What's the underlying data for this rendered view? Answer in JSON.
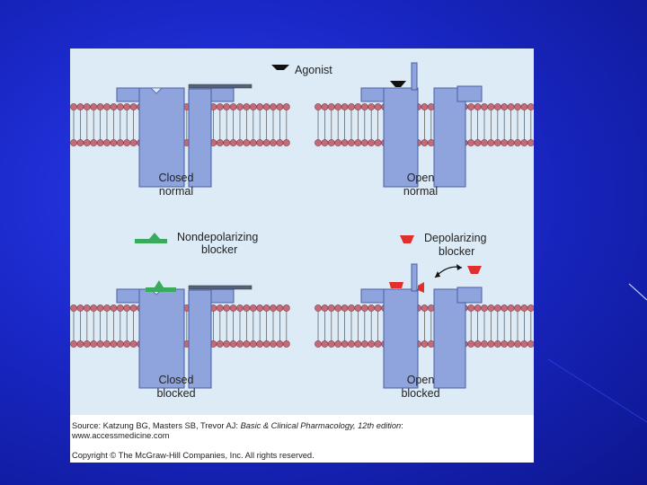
{
  "figure": {
    "legend": {
      "agonist": "Agonist",
      "nondepolarizing_line1": "Nondepolarizing",
      "nondepolarizing_line2": "blocker",
      "depolarizing_line1": "Depolarizing",
      "depolarizing_line2": "blocker"
    },
    "panels": [
      {
        "line1": "Closed",
        "line2": "normal"
      },
      {
        "line1": "Open",
        "line2": "normal"
      },
      {
        "line1": "Closed",
        "line2": "blocked"
      },
      {
        "line1": "Open",
        "line2": "blocked"
      }
    ],
    "colors": {
      "panel_background": "#dcebf6",
      "channel_fill": "#8fa3dc",
      "channel_stroke": "#4a5fa8",
      "lipid_head": "#c46a78",
      "nondepolarizing_blocker": "#3aaa5c",
      "depolarizing_blocker": "#e0302e",
      "agonist": "#111111"
    }
  },
  "source": {
    "prefix": "Source: Katzung BG, Masters SB, Trevor AJ: ",
    "title": "Basic & Clinical Pharmacology, 12th edition",
    "suffix": ":",
    "website": "www.accessmedicine.com",
    "copyright": "Copyright © The McGraw-Hill Companies, Inc. All rights reserved."
  }
}
